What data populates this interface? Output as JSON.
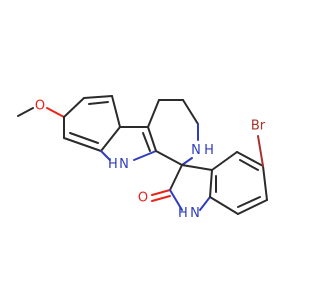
{
  "molecule": {
    "colors": {
      "bond": "#2b2b2b",
      "nitrogen": "#2f3cc0",
      "oxygen": "#e8231a",
      "bromine": "#a8322a"
    },
    "atoms": {
      "methoxy_o": "O",
      "indole_nh": "H\nN",
      "amine_nh": "N\nH",
      "carbonyl_o": "O",
      "lactam_nh": "H\nN",
      "bromine": "Br"
    }
  }
}
